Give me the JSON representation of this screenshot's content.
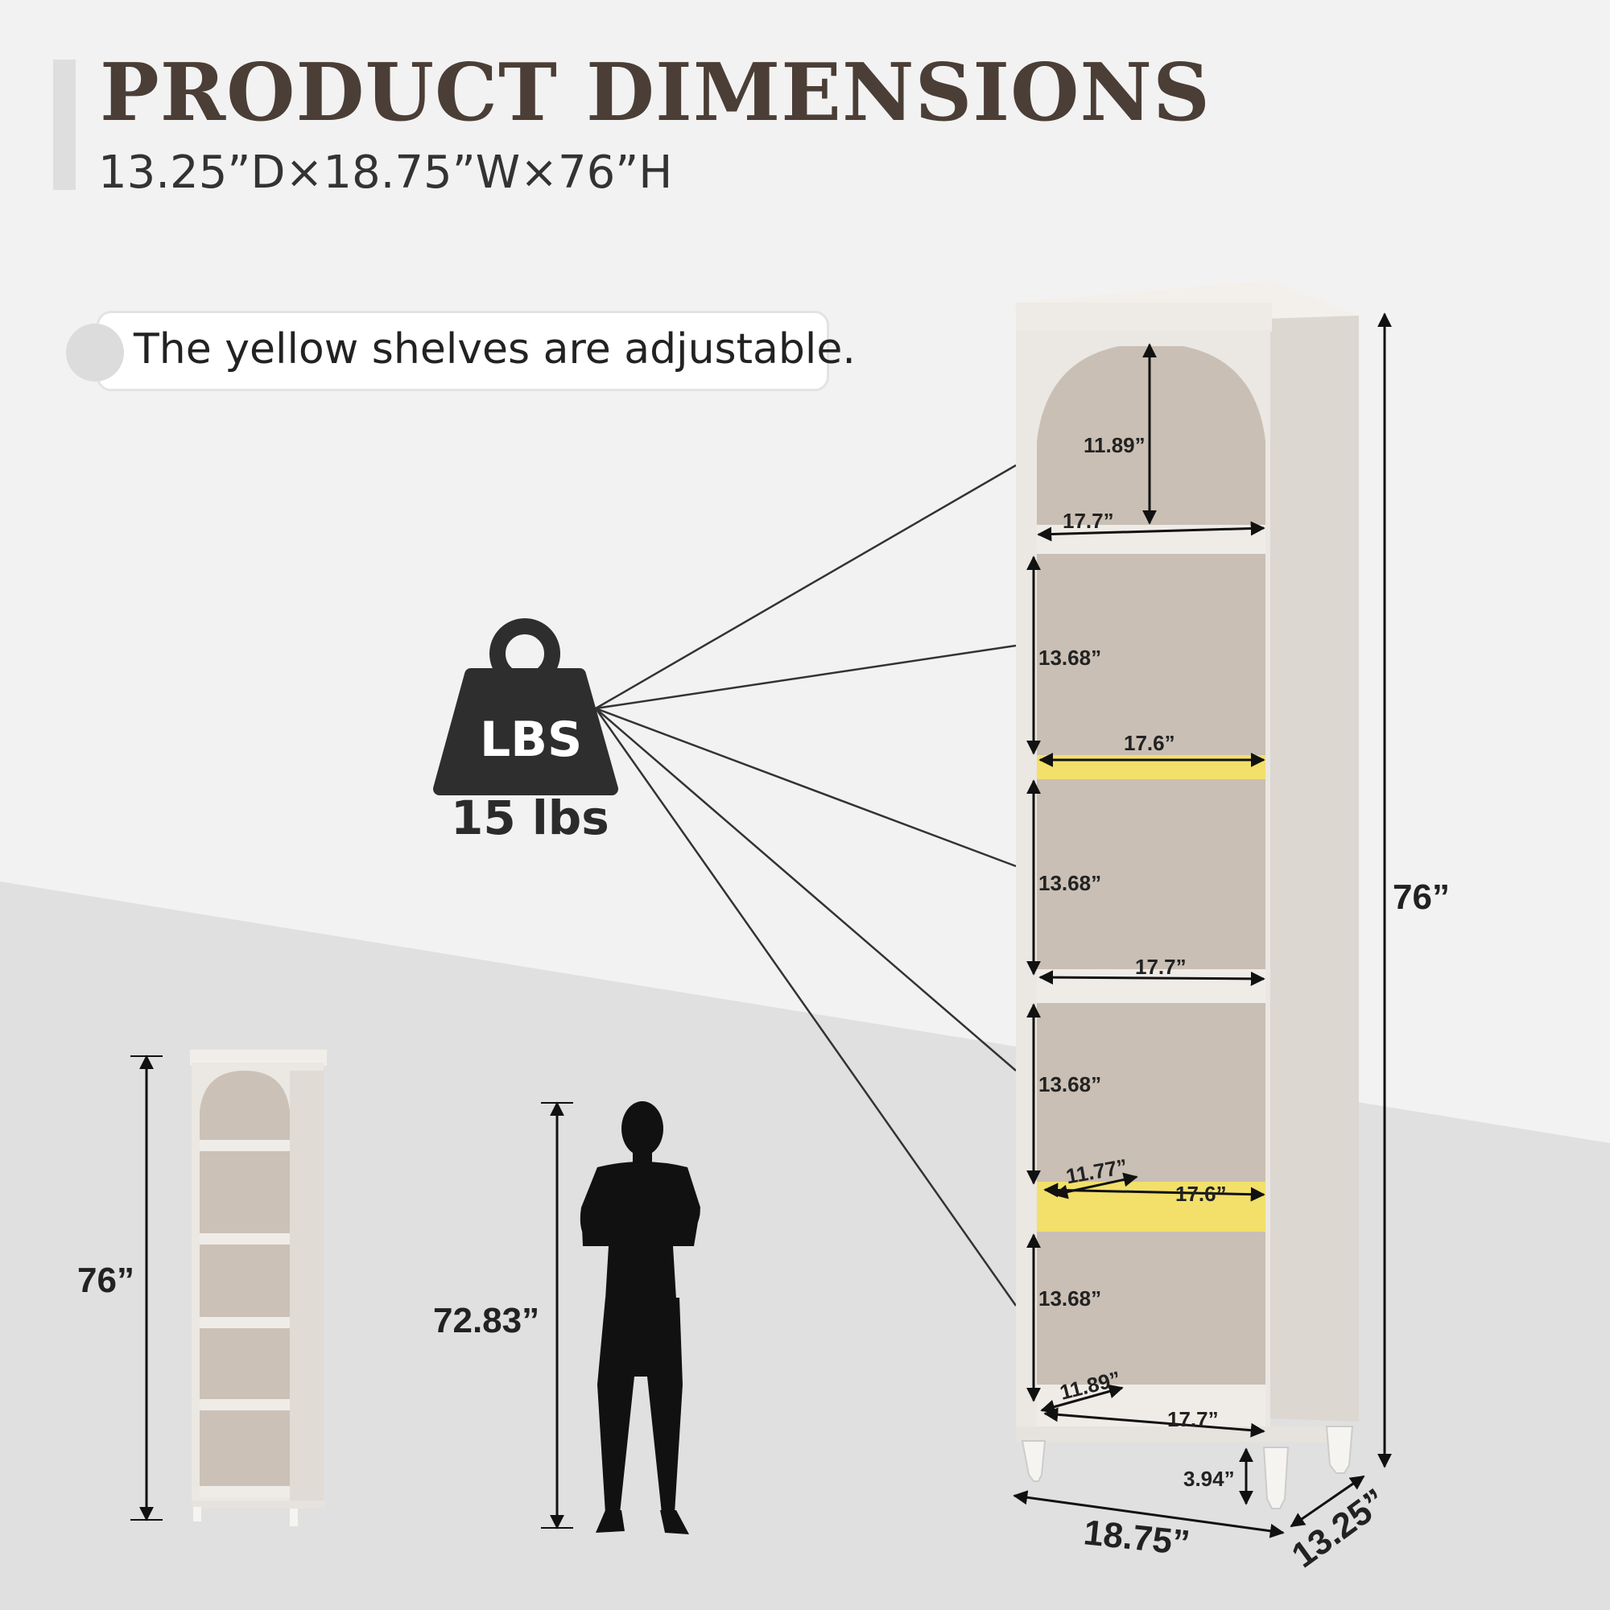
{
  "header": {
    "title": "PRODUCT DIMENSIONS",
    "subtitle": "13.25”D×18.75”W×76”H"
  },
  "note": {
    "text": "The yellow shelves are adjustable.",
    "icon": "hourglass-icon"
  },
  "weight": {
    "icon_label": "LBS",
    "value": "15 lbs",
    "icon": "weight-icon"
  },
  "colors": {
    "background": "#f2f2f2",
    "floor": "#e0e0e0",
    "title": "#4a3e36",
    "adjustable_shelf": "#f2e06a",
    "cabinet": "#ece8e3",
    "cabinet_inner": "#c9bfb4"
  },
  "main_cabinet": {
    "height": "76”",
    "width": "18.75”",
    "depth": "13.25”",
    "leg_height": "3.94”",
    "top_compartment_height": "11.89”",
    "compartment_height_2": "13.68”",
    "compartment_height_3": "13.68”",
    "compartment_height_4": "13.68”",
    "compartment_height_5": "13.68”",
    "shelf_width_1": "17.7”",
    "shelf_width_2": "17.6”",
    "shelf_width_3": "17.7”",
    "shelf_width_4": "17.6”",
    "shelf_width_5": "17.7”",
    "shelf_depth_adjustable": "11.77”",
    "shelf_depth_bottom": "11.89”"
  },
  "small_cabinet": {
    "height": "76”"
  },
  "person": {
    "height": "72.83”",
    "icon": "person-silhouette-icon"
  }
}
